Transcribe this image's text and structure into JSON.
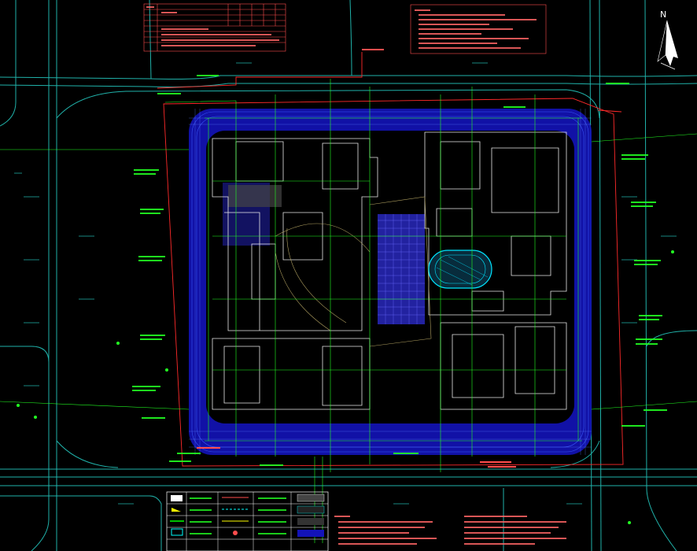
{
  "compass": {
    "label": "N"
  },
  "colors": {
    "background": "#000000",
    "road": "#20b2aa",
    "building": "#ffffff",
    "zone_fill": "#1616c8",
    "utility": "#22ff22",
    "boundary": "#ff2a2a",
    "note": "#ff4d4d",
    "highlight": "#00e5ff",
    "grid": "#4a4aff"
  },
  "icons": [
    "north-arrow-icon",
    "legend-symbol-icon"
  ],
  "layers": [
    "road-network",
    "site-boundary",
    "podium-zone",
    "building-footprints",
    "utility-lines",
    "annotations"
  ]
}
